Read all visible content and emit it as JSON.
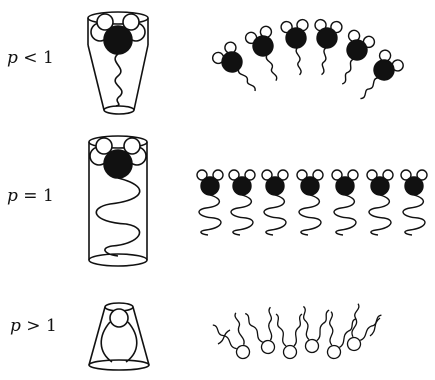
{
  "rows": [
    {
      "id": "p_lt_1",
      "label_var": "p",
      "label_op": "<",
      "label_val": "1",
      "shape": "truncated-cone",
      "assembly": "curved"
    },
    {
      "id": "p_eq_1",
      "label_var": "p",
      "label_op": "=",
      "label_val": "1",
      "shape": "cylinder",
      "assembly": "planar"
    },
    {
      "id": "p_gt_1",
      "label_var": "p",
      "label_op": ">",
      "label_val": "1",
      "shape": "inverted-cone",
      "assembly": "inverted-curved"
    }
  ],
  "colors": {
    "ink": "#111111",
    "head_fill": "#111111",
    "background": "#ffffff"
  }
}
